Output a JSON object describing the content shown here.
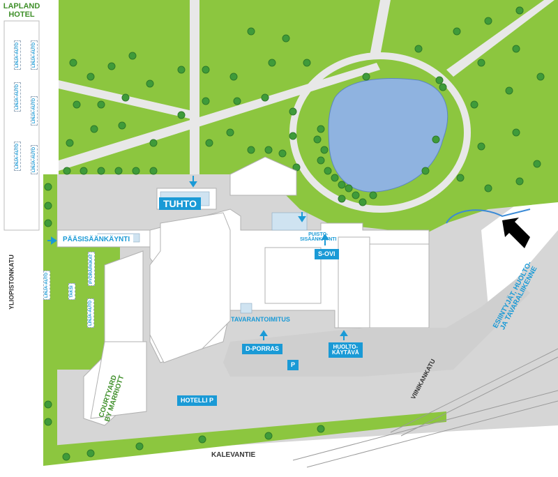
{
  "labels": {
    "hotel": "LAPLAND\nHOTEL",
    "tuhto": "TUHTO",
    "main_entrance": "PÄÄSISÄÄNKÄYNTI",
    "park_entrance": "PUISTO-\nSISÄÄNKÄYNTI",
    "s_door": "S-OVI",
    "goods_reception": "TAVARANTOIMITUS",
    "d_stairs": "D-PORRAS",
    "service_corridor": "HUOLTO-\nKÄYTÄVÄ",
    "parking": "P",
    "hotel_parking": "HOTELLI P",
    "courtyard": "COURTYARD\nBY MARRIOTT",
    "street_yliopistonkatu": "YLIOPISTONKATU",
    "street_kalevantie": "KALEVANTIE",
    "street_viinikankatu": "VIINIKANKATU",
    "exhibitors": "ESIINTYJÄT, HUOLTO-\nJA TAVARALIIKENNE",
    "bus": "LINJA-AUTO",
    "bike_parking": "PYÖRÄPAIKAT",
    "tools": "TAKSI"
  },
  "colors": {
    "grass": "#8cc63f",
    "tree": "#3f9b3a",
    "pond": "#8fb3e0",
    "path": "#d9d9d9",
    "building": "#ffffff",
    "accent": "#1a9ad6"
  }
}
